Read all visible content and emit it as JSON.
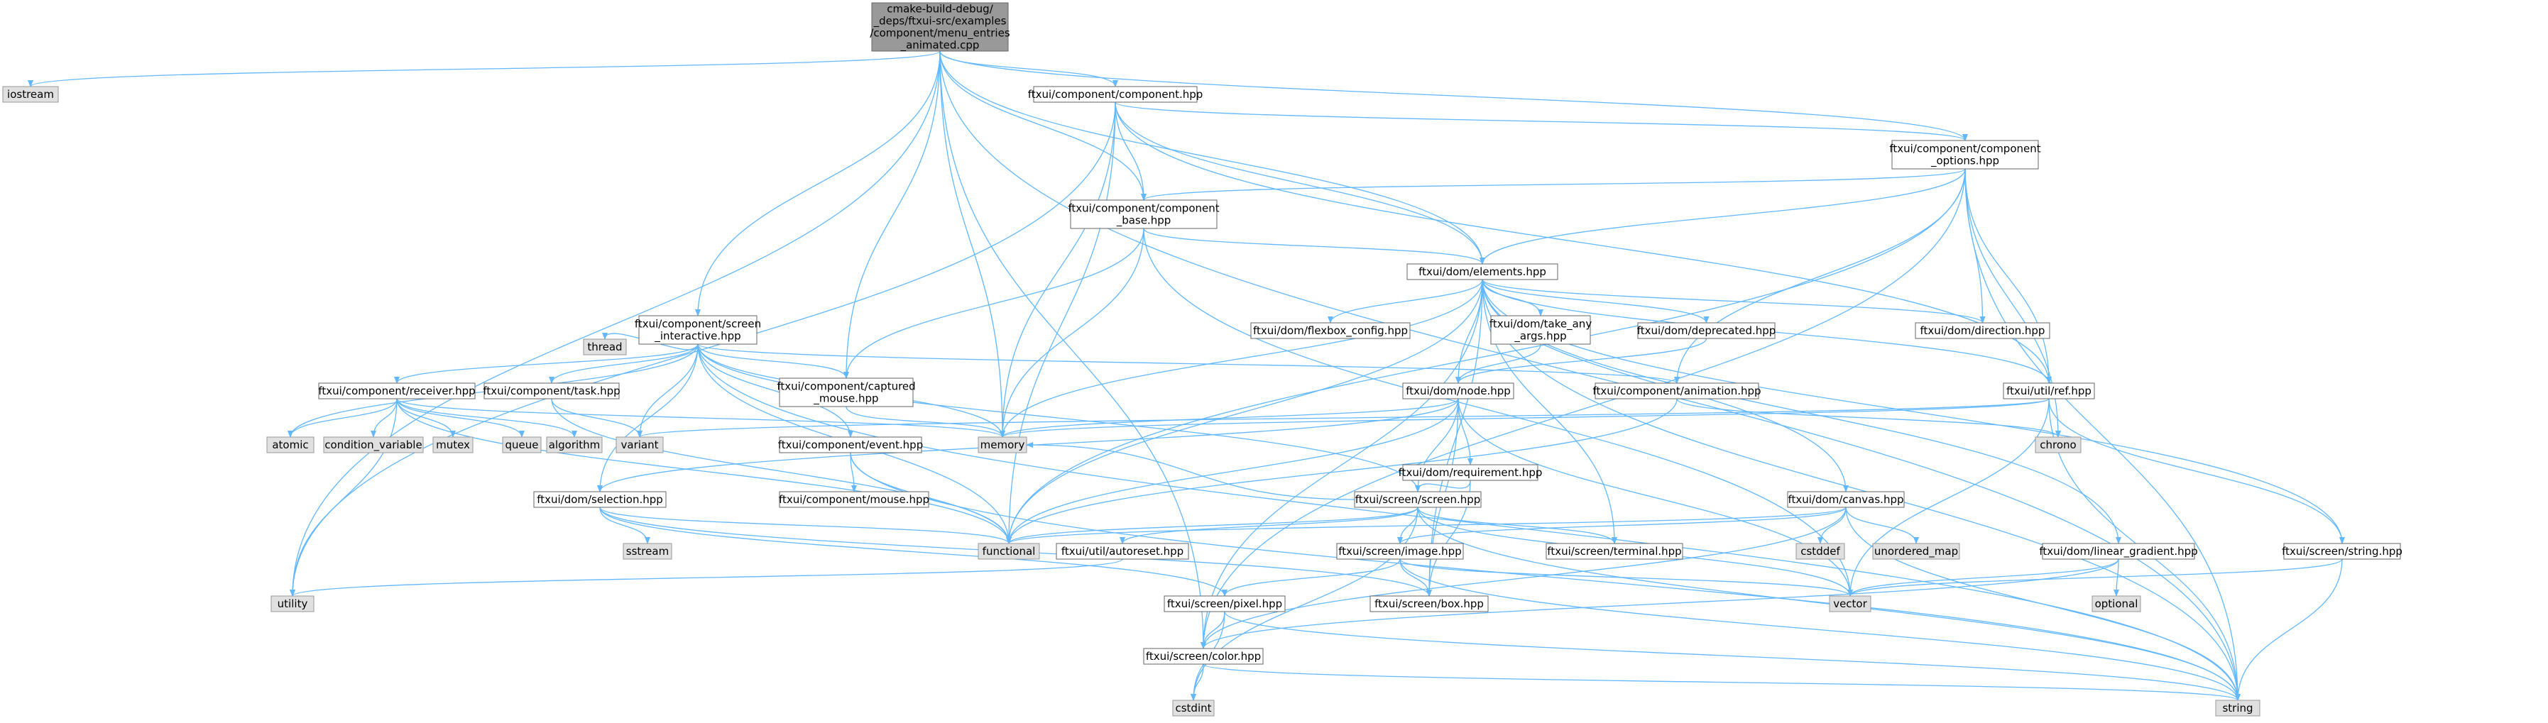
{
  "diagram": {
    "type": "include-dependency-graph",
    "colors": {
      "root_fill": "#999999",
      "node_fill": "#ffffff",
      "node_stroke": "#666666",
      "system_fill": "#e0e0e0",
      "system_stroke": "#999999",
      "edge": "#63b8ff",
      "text": "#000000"
    },
    "nodes": [
      {
        "id": "root",
        "kind": "root",
        "lines": [
          "cmake-build-debug/",
          "_deps/ftxui-src/examples",
          "/component/menu_entries",
          "_animated.cpp"
        ]
      },
      {
        "id": "iostream",
        "kind": "system",
        "lines": [
          "iostream"
        ]
      },
      {
        "id": "component_hpp",
        "kind": "file",
        "lines": [
          "ftxui/component/component.hpp"
        ]
      },
      {
        "id": "component_options",
        "kind": "file",
        "lines": [
          "ftxui/component/component",
          "_options.hpp"
        ]
      },
      {
        "id": "component_base",
        "kind": "file",
        "lines": [
          "ftxui/component/component",
          "_base.hpp"
        ]
      },
      {
        "id": "elements",
        "kind": "file",
        "lines": [
          "ftxui/dom/elements.hpp"
        ]
      },
      {
        "id": "screen_interactive",
        "kind": "file",
        "lines": [
          "ftxui/component/screen",
          "_interactive.hpp"
        ]
      },
      {
        "id": "flexbox_config",
        "kind": "file",
        "lines": [
          "ftxui/dom/flexbox_config.hpp"
        ]
      },
      {
        "id": "take_any_args",
        "kind": "file",
        "lines": [
          "ftxui/dom/take_any",
          "_args.hpp"
        ]
      },
      {
        "id": "deprecated",
        "kind": "file",
        "lines": [
          "ftxui/dom/deprecated.hpp"
        ]
      },
      {
        "id": "direction",
        "kind": "file",
        "lines": [
          "ftxui/dom/direction.hpp"
        ]
      },
      {
        "id": "thread",
        "kind": "system",
        "lines": [
          "thread"
        ]
      },
      {
        "id": "receiver",
        "kind": "file",
        "lines": [
          "ftxui/component/receiver.hpp"
        ]
      },
      {
        "id": "task",
        "kind": "file",
        "lines": [
          "ftxui/component/task.hpp"
        ]
      },
      {
        "id": "captured_mouse",
        "kind": "file",
        "lines": [
          "ftxui/component/captured",
          "_mouse.hpp"
        ]
      },
      {
        "id": "node",
        "kind": "file",
        "lines": [
          "ftxui/dom/node.hpp"
        ]
      },
      {
        "id": "animation",
        "kind": "file",
        "lines": [
          "ftxui/component/animation.hpp"
        ]
      },
      {
        "id": "ref",
        "kind": "file",
        "lines": [
          "ftxui/util/ref.hpp"
        ]
      },
      {
        "id": "atomic",
        "kind": "system",
        "lines": [
          "atomic"
        ]
      },
      {
        "id": "condition_variable",
        "kind": "system",
        "lines": [
          "condition_variable"
        ]
      },
      {
        "id": "mutex",
        "kind": "system",
        "lines": [
          "mutex"
        ]
      },
      {
        "id": "queue",
        "kind": "system",
        "lines": [
          "queue"
        ]
      },
      {
        "id": "algorithm",
        "kind": "system",
        "lines": [
          "algorithm"
        ]
      },
      {
        "id": "variant",
        "kind": "system",
        "lines": [
          "variant"
        ]
      },
      {
        "id": "event",
        "kind": "file",
        "lines": [
          "ftxui/component/event.hpp"
        ]
      },
      {
        "id": "memory",
        "kind": "system",
        "lines": [
          "memory"
        ]
      },
      {
        "id": "requirement",
        "kind": "file",
        "lines": [
          "ftxui/dom/requirement.hpp"
        ]
      },
      {
        "id": "chrono",
        "kind": "system",
        "lines": [
          "chrono"
        ]
      },
      {
        "id": "mouse",
        "kind": "file",
        "lines": [
          "ftxui/component/mouse.hpp"
        ]
      },
      {
        "id": "selection",
        "kind": "file",
        "lines": [
          "ftxui/dom/selection.hpp"
        ]
      },
      {
        "id": "screen_hpp",
        "kind": "file",
        "lines": [
          "ftxui/screen/screen.hpp"
        ]
      },
      {
        "id": "canvas",
        "kind": "file",
        "lines": [
          "ftxui/dom/canvas.hpp"
        ]
      },
      {
        "id": "sstream",
        "kind": "system",
        "lines": [
          "sstream"
        ]
      },
      {
        "id": "functional",
        "kind": "system",
        "lines": [
          "functional"
        ]
      },
      {
        "id": "autoreset",
        "kind": "file",
        "lines": [
          "ftxui/util/autoreset.hpp"
        ]
      },
      {
        "id": "image",
        "kind": "file",
        "lines": [
          "ftxui/screen/image.hpp"
        ]
      },
      {
        "id": "terminal",
        "kind": "file",
        "lines": [
          "ftxui/screen/terminal.hpp"
        ]
      },
      {
        "id": "cstddef",
        "kind": "system",
        "lines": [
          "cstddef"
        ]
      },
      {
        "id": "unordered_map",
        "kind": "system",
        "lines": [
          "unordered_map"
        ]
      },
      {
        "id": "linear_gradient",
        "kind": "file",
        "lines": [
          "ftxui/dom/linear_gradient.hpp"
        ]
      },
      {
        "id": "screen_string",
        "kind": "file",
        "lines": [
          "ftxui/screen/string.hpp"
        ]
      },
      {
        "id": "utility",
        "kind": "system",
        "lines": [
          "utility"
        ]
      },
      {
        "id": "pixel",
        "kind": "file",
        "lines": [
          "ftxui/screen/pixel.hpp"
        ]
      },
      {
        "id": "box",
        "kind": "file",
        "lines": [
          "ftxui/screen/box.hpp"
        ]
      },
      {
        "id": "vector",
        "kind": "system",
        "lines": [
          "vector"
        ]
      },
      {
        "id": "optional",
        "kind": "system",
        "lines": [
          "optional"
        ]
      },
      {
        "id": "color",
        "kind": "file",
        "lines": [
          "ftxui/screen/color.hpp"
        ]
      },
      {
        "id": "cstdint",
        "kind": "system",
        "lines": [
          "cstdint"
        ]
      },
      {
        "id": "string",
        "kind": "system",
        "lines": [
          "string"
        ]
      }
    ],
    "edges": [
      [
        "root",
        "iostream"
      ],
      [
        "root",
        "component_hpp"
      ],
      [
        "root",
        "component_options"
      ],
      [
        "root",
        "component_base"
      ],
      [
        "root",
        "elements"
      ],
      [
        "root",
        "screen_interactive"
      ],
      [
        "root",
        "captured_mouse"
      ],
      [
        "root",
        "memory"
      ],
      [
        "root",
        "utility"
      ],
      [
        "root",
        "color"
      ],
      [
        "root",
        "string"
      ],
      [
        "component_hpp",
        "component_options"
      ],
      [
        "component_hpp",
        "component_base"
      ],
      [
        "component_hpp",
        "elements"
      ],
      [
        "component_hpp",
        "memory"
      ],
      [
        "component_hpp",
        "functional"
      ],
      [
        "component_hpp",
        "utility"
      ],
      [
        "component_hpp",
        "ref"
      ],
      [
        "component_options",
        "component_base"
      ],
      [
        "component_options",
        "elements"
      ],
      [
        "component_options",
        "direction"
      ],
      [
        "component_options",
        "animation"
      ],
      [
        "component_options",
        "ref"
      ],
      [
        "component_options",
        "chrono"
      ],
      [
        "component_options",
        "functional"
      ],
      [
        "component_options",
        "color"
      ],
      [
        "component_options",
        "string"
      ],
      [
        "component_base",
        "elements"
      ],
      [
        "component_base",
        "captured_mouse"
      ],
      [
        "component_base",
        "memory"
      ],
      [
        "component_base",
        "vector"
      ],
      [
        "elements",
        "flexbox_config"
      ],
      [
        "elements",
        "take_any_args"
      ],
      [
        "elements",
        "deprecated"
      ],
      [
        "elements",
        "direction"
      ],
      [
        "elements",
        "node"
      ],
      [
        "elements",
        "ref"
      ],
      [
        "elements",
        "canvas"
      ],
      [
        "elements",
        "linear_gradient"
      ],
      [
        "elements",
        "terminal"
      ],
      [
        "elements",
        "box"
      ],
      [
        "elements",
        "color"
      ],
      [
        "elements",
        "memory"
      ],
      [
        "elements",
        "functional"
      ],
      [
        "elements",
        "screen_string"
      ],
      [
        "elements",
        "string"
      ],
      [
        "screen_interactive",
        "thread"
      ],
      [
        "screen_interactive",
        "receiver"
      ],
      [
        "screen_interactive",
        "task"
      ],
      [
        "screen_interactive",
        "captured_mouse"
      ],
      [
        "screen_interactive",
        "event"
      ],
      [
        "screen_interactive",
        "animation"
      ],
      [
        "screen_interactive",
        "selection"
      ],
      [
        "screen_interactive",
        "screen_hpp"
      ],
      [
        "screen_interactive",
        "atomic"
      ],
      [
        "screen_interactive",
        "variant"
      ],
      [
        "screen_interactive",
        "memory"
      ],
      [
        "screen_interactive",
        "functional"
      ],
      [
        "screen_interactive",
        "string"
      ],
      [
        "take_any_args",
        "node"
      ],
      [
        "deprecated",
        "node"
      ],
      [
        "receiver",
        "atomic"
      ],
      [
        "receiver",
        "condition_variable"
      ],
      [
        "receiver",
        "mutex"
      ],
      [
        "receiver",
        "queue"
      ],
      [
        "receiver",
        "algorithm"
      ],
      [
        "receiver",
        "functional"
      ],
      [
        "receiver",
        "memory"
      ],
      [
        "receiver",
        "utility"
      ],
      [
        "task",
        "variant"
      ],
      [
        "task",
        "functional"
      ],
      [
        "captured_mouse",
        "memory"
      ],
      [
        "node",
        "requirement"
      ],
      [
        "node",
        "selection"
      ],
      [
        "node",
        "screen_hpp"
      ],
      [
        "node",
        "box"
      ],
      [
        "node",
        "memory"
      ],
      [
        "node",
        "vector"
      ],
      [
        "node",
        "functional"
      ],
      [
        "animation",
        "chrono"
      ],
      [
        "animation",
        "functional"
      ],
      [
        "ref",
        "memory"
      ],
      [
        "ref",
        "variant"
      ],
      [
        "ref",
        "string"
      ],
      [
        "ref",
        "vector"
      ],
      [
        "ref",
        "screen_string"
      ],
      [
        "event",
        "mouse"
      ],
      [
        "event",
        "functional"
      ],
      [
        "event",
        "string"
      ],
      [
        "requirement",
        "screen_hpp"
      ],
      [
        "requirement",
        "box"
      ],
      [
        "selection",
        "sstream"
      ],
      [
        "selection",
        "functional"
      ],
      [
        "selection",
        "pixel"
      ],
      [
        "selection",
        "box"
      ],
      [
        "screen_hpp",
        "image"
      ],
      [
        "screen_hpp",
        "terminal"
      ],
      [
        "screen_hpp",
        "autoreset"
      ],
      [
        "screen_hpp",
        "functional"
      ],
      [
        "screen_hpp",
        "cstdint"
      ],
      [
        "screen_hpp",
        "string"
      ],
      [
        "screen_hpp",
        "vector"
      ],
      [
        "screen_hpp",
        "memory"
      ],
      [
        "canvas",
        "cstddef"
      ],
      [
        "canvas",
        "unordered_map"
      ],
      [
        "canvas",
        "image"
      ],
      [
        "canvas",
        "color"
      ],
      [
        "canvas",
        "functional"
      ],
      [
        "canvas",
        "string"
      ],
      [
        "autoreset",
        "utility"
      ],
      [
        "image",
        "pixel"
      ],
      [
        "image",
        "box"
      ],
      [
        "image",
        "string"
      ],
      [
        "image",
        "vector"
      ],
      [
        "linear_gradient",
        "optional"
      ],
      [
        "linear_gradient",
        "vector"
      ],
      [
        "linear_gradient",
        "color"
      ],
      [
        "screen_string",
        "string"
      ],
      [
        "screen_string",
        "vector"
      ],
      [
        "pixel",
        "color"
      ],
      [
        "pixel",
        "cstdint"
      ],
      [
        "pixel",
        "string"
      ],
      [
        "color",
        "cstdint"
      ],
      [
        "color",
        "string"
      ]
    ]
  }
}
